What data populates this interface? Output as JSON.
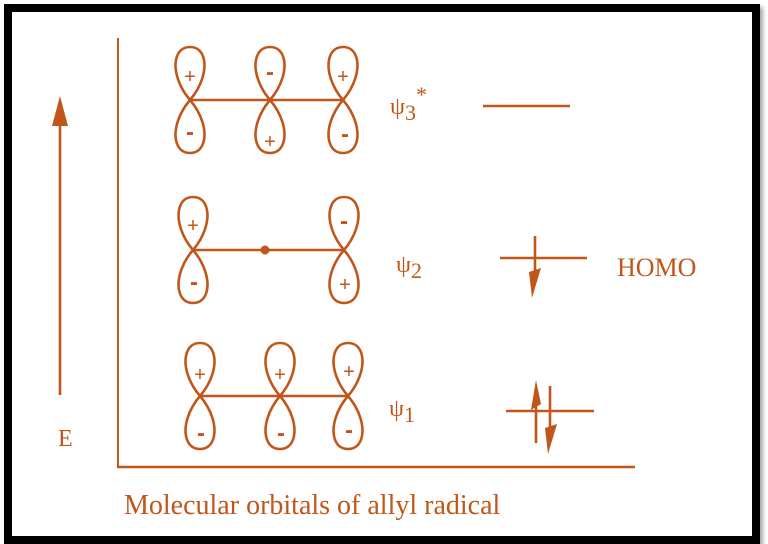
{
  "colors": {
    "accent": "#c0561a",
    "border": "#000000",
    "background": "#ffffff"
  },
  "axis": {
    "energy_label": "E",
    "energy_arrow": "up-arrow"
  },
  "caption": "Molecular orbitals of allyl radical",
  "orbitals": [
    {
      "name": "psi3",
      "label_symbol": "ψ",
      "label_sub": "3",
      "label_sup": "*",
      "signs_top": [
        "+",
        "-",
        "+"
      ],
      "signs_bottom": [
        "-",
        "+",
        "-"
      ],
      "electrons": "none",
      "tag": ""
    },
    {
      "name": "psi2",
      "label_symbol": "ψ",
      "label_sub": "2",
      "label_sup": "",
      "signs_top": [
        "+",
        "",
        "-"
      ],
      "signs_bottom": [
        "-",
        "",
        "+"
      ],
      "node": "central node (dot)",
      "electrons": "one electron (spin down)",
      "tag": "HOMO"
    },
    {
      "name": "psi1",
      "label_symbol": "ψ",
      "label_sub": "1",
      "label_sup": "",
      "signs_top": [
        "+",
        "+",
        "+"
      ],
      "signs_bottom": [
        "-",
        "-",
        "-"
      ],
      "electrons": "two electrons (paired)",
      "tag": ""
    }
  ]
}
